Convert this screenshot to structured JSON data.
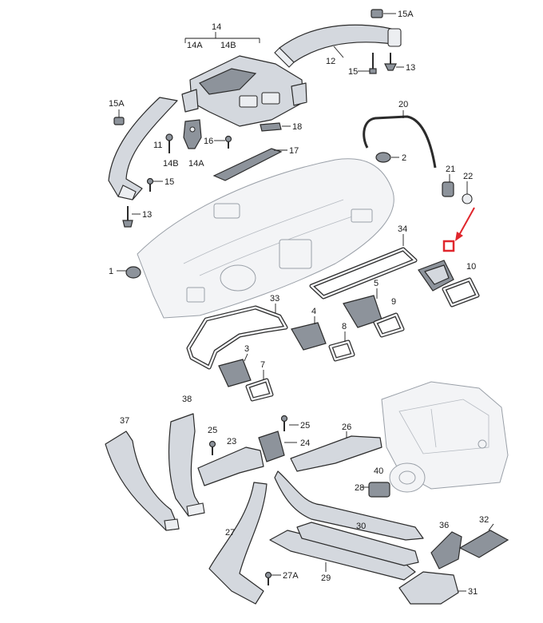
{
  "callouts": {
    "c1": "1",
    "c2": "2",
    "c3": "3",
    "c4": "4",
    "c5": "5",
    "c7": "7",
    "c8": "8",
    "c9": "9",
    "c10": "10",
    "c11": "11",
    "c12": "12",
    "c13a": "13",
    "c13b": "13",
    "c14": "14",
    "c14a_top": "14A",
    "c14b_top": "14B",
    "c14a": "14A",
    "c14b": "14B",
    "c15a": "15",
    "c15b": "15",
    "c15A_top": "15A",
    "c15A_left": "15A",
    "c16": "16",
    "c17": "17",
    "c18": "18",
    "c20": "20",
    "c21": "21",
    "c22": "22",
    "c23": "23",
    "c24": "24",
    "c25a": "25",
    "c25b": "25",
    "c26": "26",
    "c27": "27",
    "c27A": "27A",
    "c28": "28",
    "c29": "29",
    "c30": "30",
    "c31": "31",
    "c32": "32",
    "c33": "33",
    "c34": "34",
    "c36": "36",
    "c37": "37",
    "c38": "38",
    "c40": "40"
  },
  "colors": {
    "highlight": "#e0262c",
    "line": "#1a1a1a",
    "part": "#d4d8de"
  },
  "icons": {
    "pointer": "red-arrow-icon",
    "marker": "highlight-box-icon"
  }
}
